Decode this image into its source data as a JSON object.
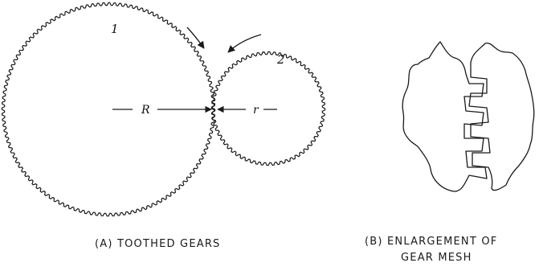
{
  "diagram": {
    "gear1_label": "1",
    "gear2_label": "2",
    "radius_large_label": "R",
    "radius_small_label": "r",
    "caption_a": "(A) TOOTHED GEARS",
    "caption_b_line1": "(B) ENLARGEMENT OF",
    "caption_b_line2": "GEAR MESH",
    "ink_color": "#1a1a1a",
    "background_color": "#ffffff"
  }
}
